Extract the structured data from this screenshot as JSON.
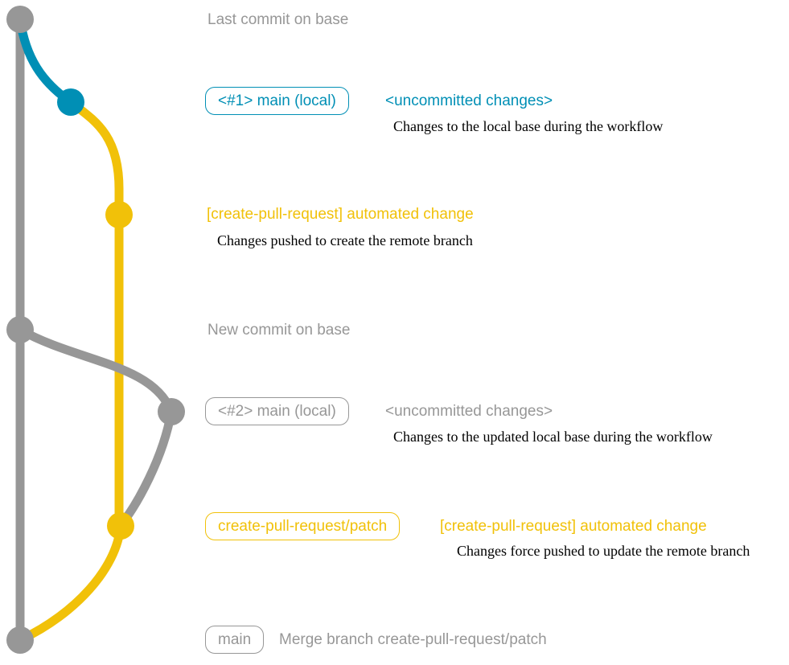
{
  "palette": {
    "gray": "#979797",
    "blue": "#008fb5",
    "yellow": "#f1c109",
    "detail_text": "#000000",
    "background": "#ffffff"
  },
  "diagram": {
    "captions": {
      "last_commit": "Last commit on base",
      "new_commit": "New commit on base"
    },
    "workflow1": {
      "branch_label": "<#1> main (local)",
      "status": "<uncommitted changes>",
      "status_detail": "Changes to the local base during the workflow",
      "commit_message": "[create-pull-request] automated change",
      "commit_detail": "Changes pushed to create the remote branch"
    },
    "workflow2": {
      "branch_label": "<#2> main (local)",
      "status": "<uncommitted changes>",
      "status_detail": "Changes to the updated local base during the workflow",
      "remote_branch_label": "create-pull-request/patch",
      "commit_message": "[create-pull-request] automated change",
      "commit_detail": "Changes force pushed to update the remote branch"
    },
    "merge": {
      "branch_label": "main",
      "message": "Merge branch create-pull-request/patch"
    }
  }
}
